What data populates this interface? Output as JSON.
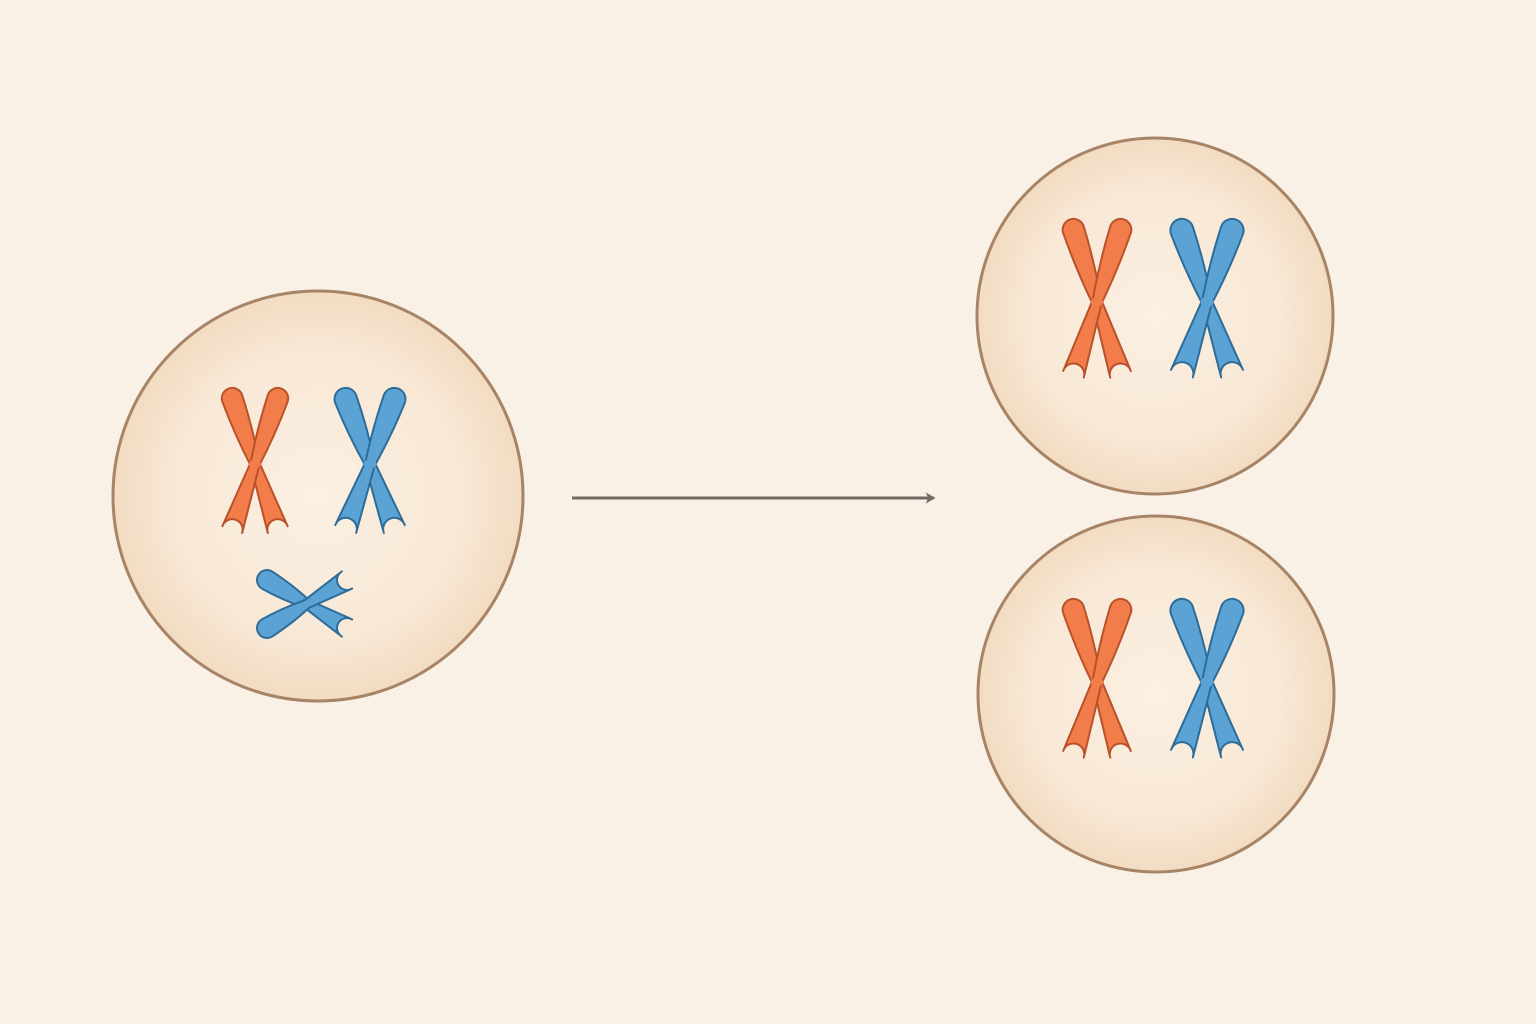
{
  "colors": {
    "background": "#faf1e6",
    "cell_fill_center": "#fbf0e2",
    "cell_fill_edge": "#f2dcc2",
    "cell_outline": "#a88466",
    "orange_chromosome": "#f27d4b",
    "orange_outline": "#b8522a",
    "blue_chromosome": "#5aa3d4",
    "blue_outline": "#2e6c98",
    "arrow": "#6f6a64"
  },
  "diagram": {
    "parent_cell": {
      "chromosomes": [
        "orange",
        "blue",
        "blue-small"
      ]
    },
    "arrow": {
      "icon": "right-arrow-icon"
    },
    "daughter_cells": [
      {
        "chromosomes": [
          "orange",
          "blue"
        ]
      },
      {
        "chromosomes": [
          "orange",
          "blue"
        ]
      }
    ]
  }
}
